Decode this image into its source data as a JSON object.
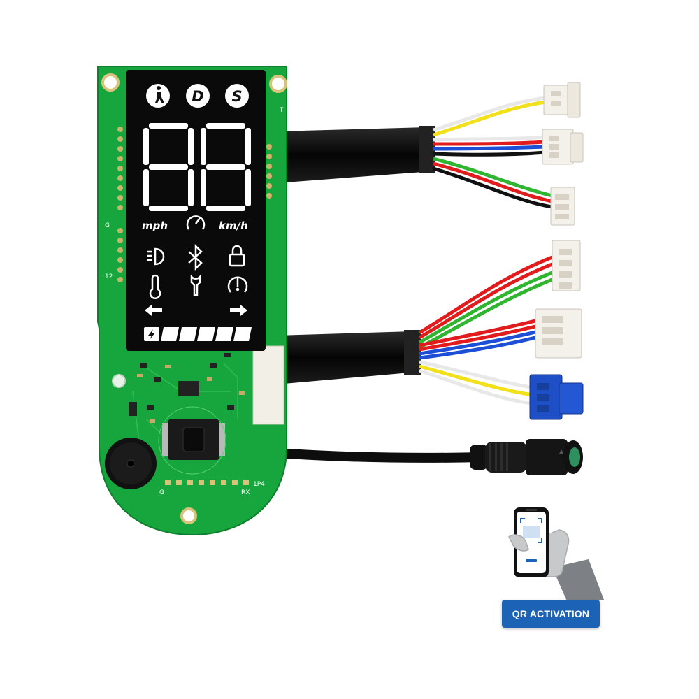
{
  "display": {
    "mode_walk_icon": "walk-icon",
    "mode_d": "D",
    "mode_s": "S",
    "speed_digits": "88",
    "unit_mph": "mph",
    "unit_kmh": "km/h",
    "icons": [
      "speedometer-icon",
      "headlight-icon",
      "bluetooth-icon",
      "lock-icon",
      "thermometer-icon",
      "wrench-icon",
      "tire-pressure-icon",
      "left-arrow-icon",
      "right-arrow-icon",
      "battery-bolt-icon"
    ],
    "battery_segments": 5
  },
  "pcb": {
    "silk_t": "T",
    "silk_g": "G",
    "silk_12": "12",
    "silk_1p4": "1P4",
    "silk_g2": "G",
    "silk_rx": "RX"
  },
  "wire_colors": {
    "pcb_green": "#17a53d",
    "red": "#e21c1c",
    "green": "#2fb52f",
    "blue": "#1d4fd6",
    "yellow": "#f2e01a",
    "white": "#e8e8e8",
    "black": "#111111"
  },
  "badge": {
    "label": "QR ACTIVATION",
    "color": "#1d63b5"
  }
}
